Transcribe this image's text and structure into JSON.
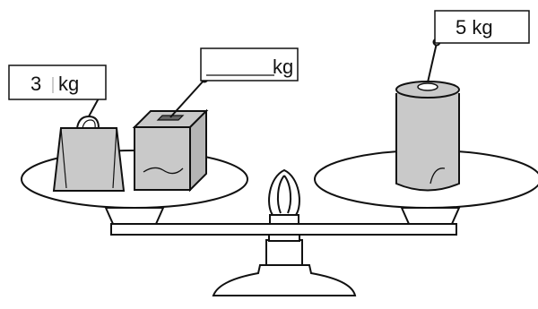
{
  "labels": {
    "left_bag_weight": "3",
    "left_bag_unit": "kg",
    "left_box_weight": "",
    "left_box_unit": "kg",
    "right_can_weight": "5 kg"
  },
  "colors": {
    "outline": "#111111",
    "metal_fill": "#c9c9c9",
    "plate_fill": "#ffffff"
  }
}
